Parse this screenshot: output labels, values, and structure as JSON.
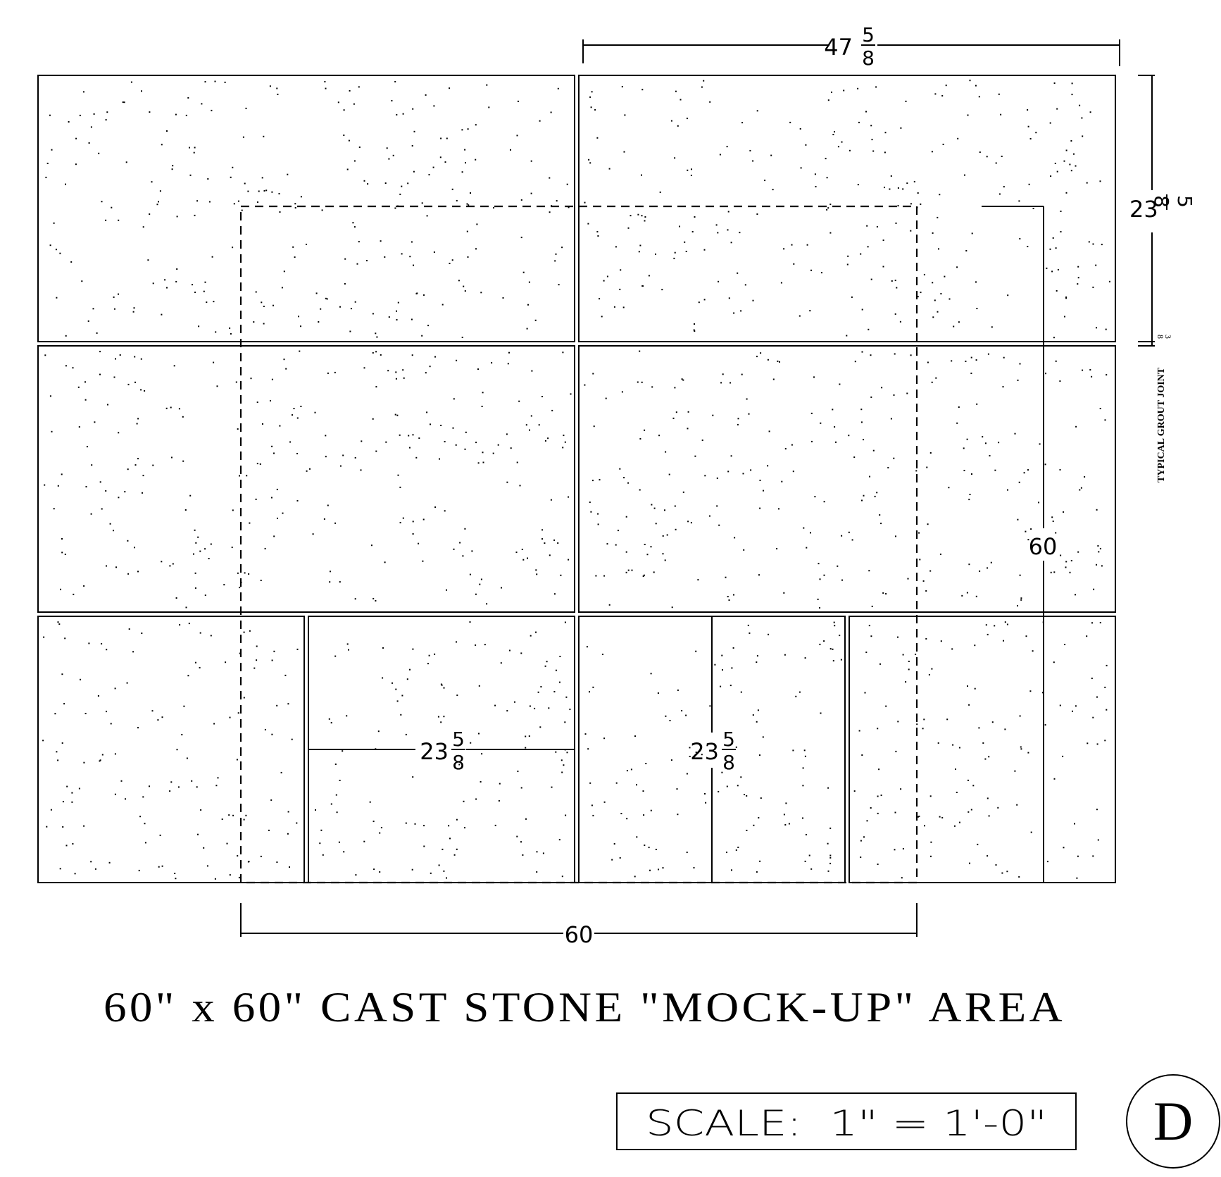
{
  "dimensions": {
    "top_width": {
      "whole": "47",
      "num": "5",
      "den": "8"
    },
    "right_height": {
      "whole": "23",
      "num": "5",
      "den": "8"
    },
    "inner_vertical": "60",
    "bottom_width": "60",
    "bottom_left_panel": {
      "whole": "23",
      "num": "5",
      "den": "8"
    },
    "bottom_mid_panel": {
      "whole": "23",
      "num": "5",
      "den": "8"
    },
    "grout_joint": {
      "num": "3",
      "den": "8"
    }
  },
  "grout_label": "TYPICAL GROUT JOINT",
  "title": "60\" x 60\" CAST STONE \"MOCK-UP\" AREA",
  "scale_label": "SCALE:  1\" = 1'-0\"",
  "detail_marker": "D"
}
